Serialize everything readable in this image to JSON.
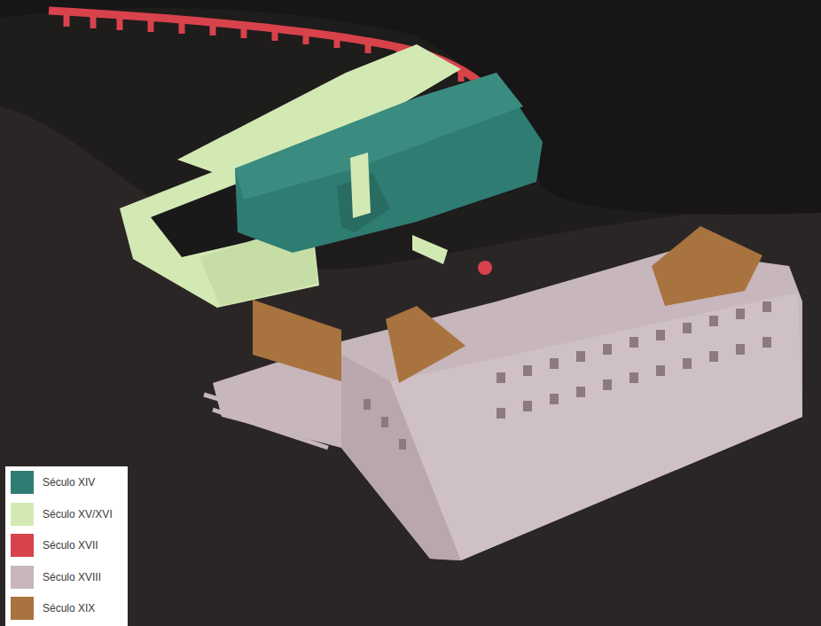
{
  "diagram": {
    "legend": [
      {
        "text": "Século XIV",
        "color": "#2f7d72"
      },
      {
        "text": "Século XV/XVI",
        "color": "#d3e9b4"
      },
      {
        "text": "Século XVII",
        "color": "#d8424b"
      },
      {
        "text": "Século XVIII",
        "color": "#c7b6bb"
      },
      {
        "text": "Século XIX",
        "color": "#a8733f"
      }
    ]
  }
}
